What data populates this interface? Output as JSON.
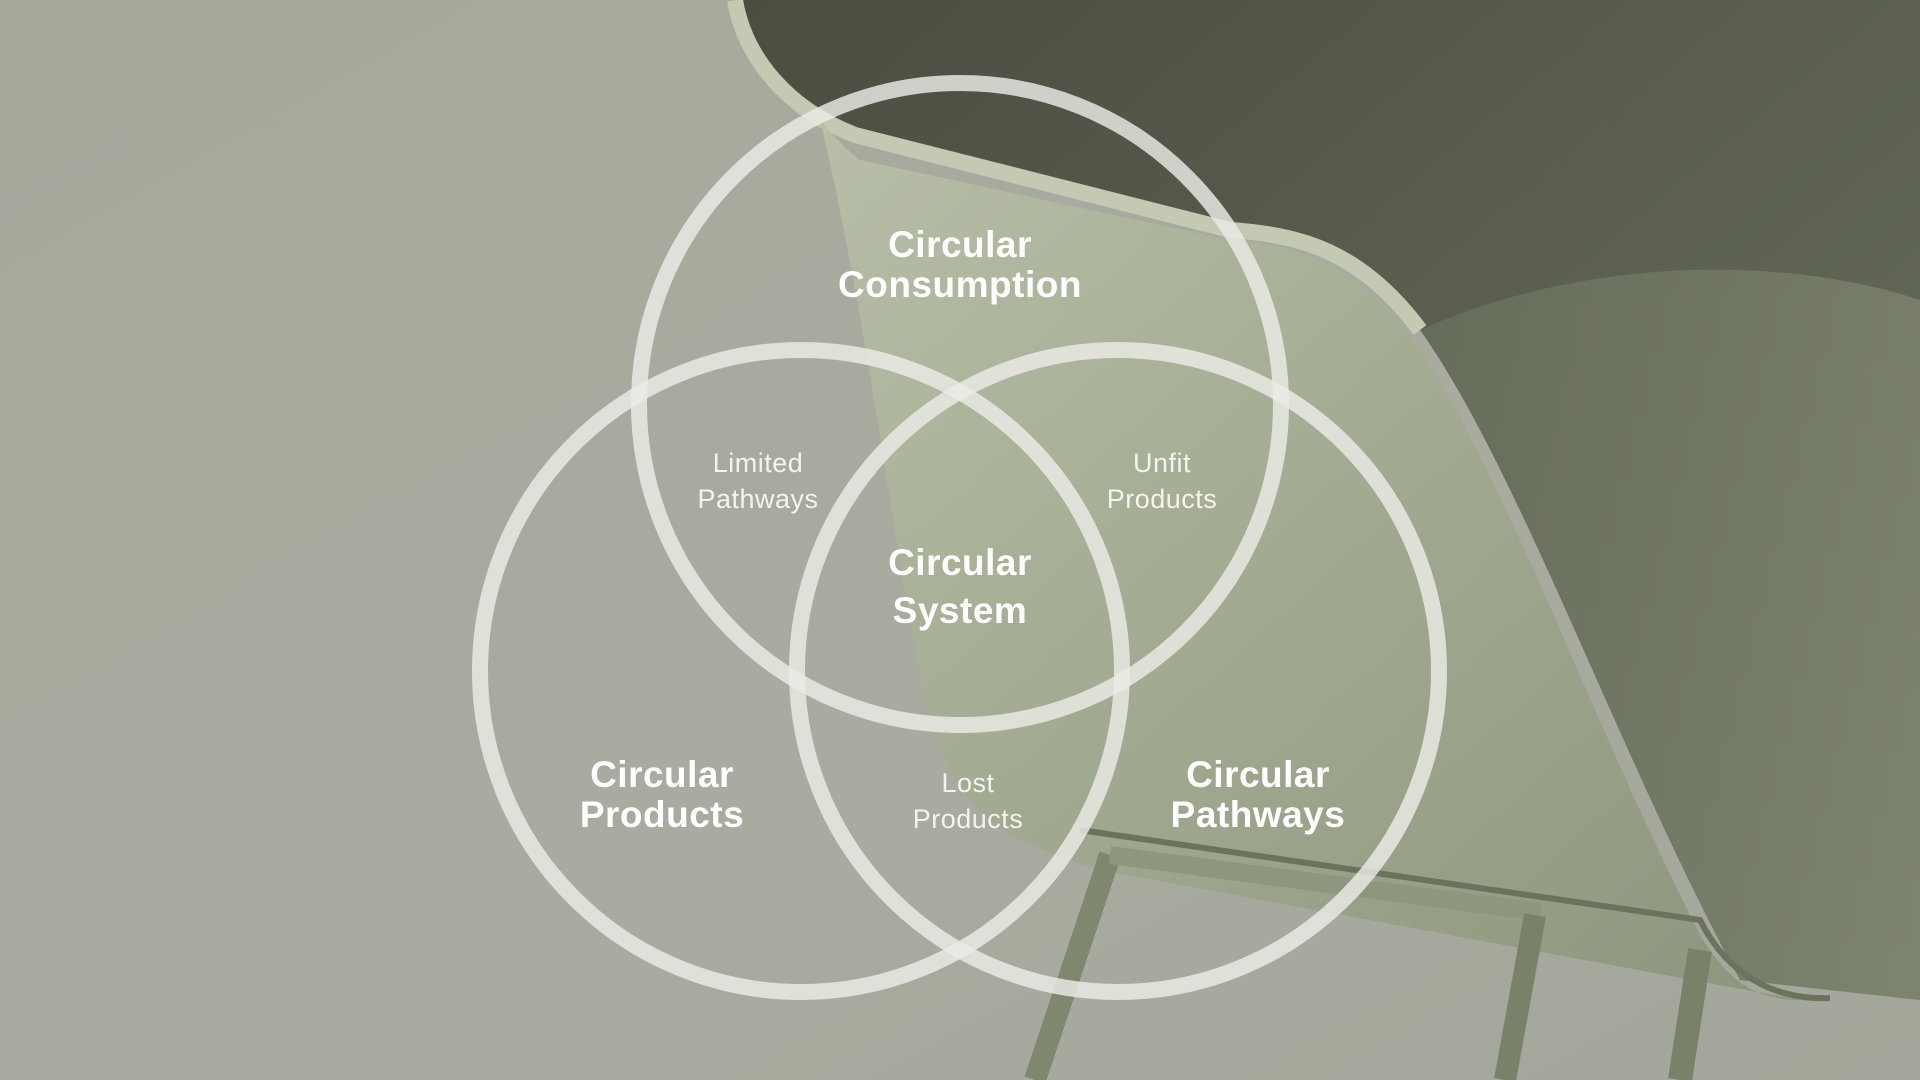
{
  "diagram": {
    "type": "venn",
    "sets": [
      {
        "id": "top",
        "label": "Circular\nConsumption"
      },
      {
        "id": "left",
        "label": "Circular\nProducts"
      },
      {
        "id": "right",
        "label": "Circular\nPathways"
      }
    ],
    "intersections": {
      "top_left": "Limited\nPathways",
      "top_right": "Unfit\nProducts",
      "left_right": "Lost\nProducts",
      "center": "Circular\nSystem"
    }
  },
  "colors": {
    "wall": "#a9ab9f",
    "chair_light": "#a7ae98",
    "chair_dark": "#4f5346",
    "circle_stroke": "#ecece6",
    "text": "#ffffff"
  }
}
